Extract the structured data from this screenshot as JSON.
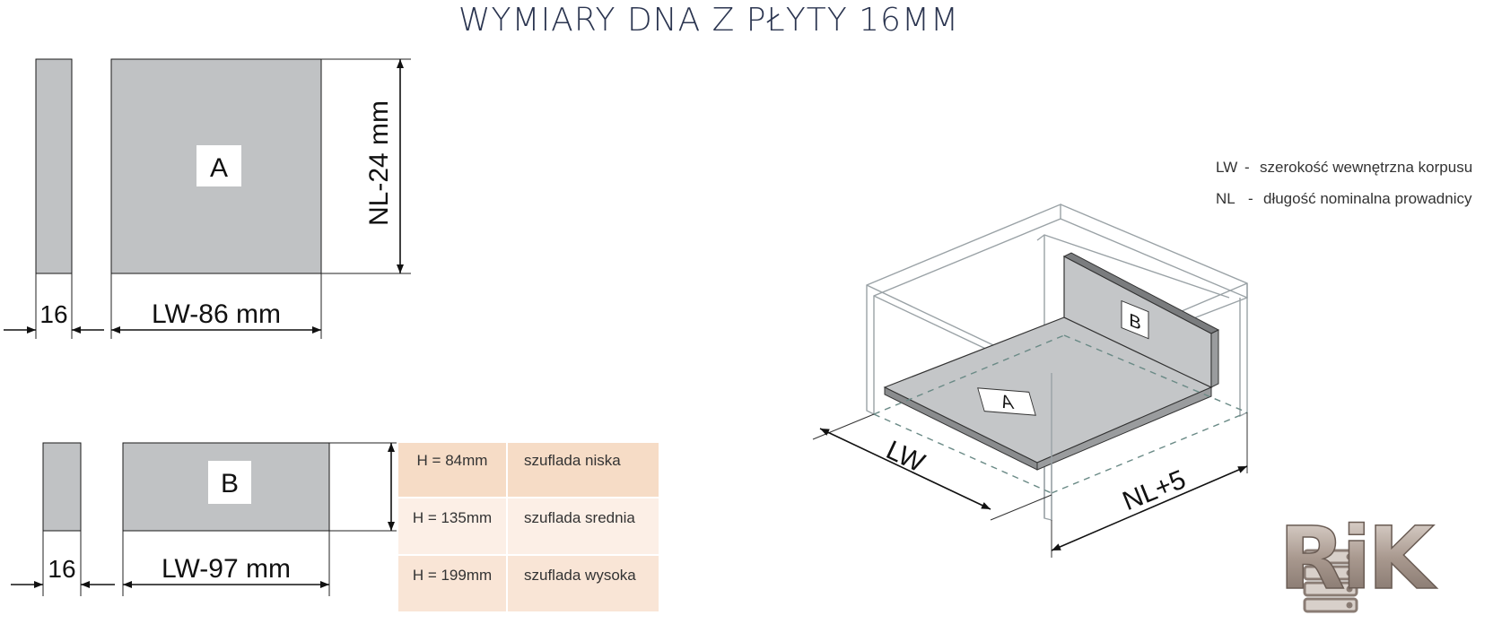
{
  "title": "WYMIARY DNA Z PŁYTY 16MM",
  "panel_a": {
    "letter": "A",
    "thickness": "16",
    "width_label": "LW-86 mm",
    "length_label": "NL-24 mm"
  },
  "panel_b": {
    "letter": "B",
    "thickness": "16",
    "width_label": "LW-97 mm"
  },
  "height_table": [
    {
      "h": "H = 84mm",
      "desc": "szuflada niska"
    },
    {
      "h": "H = 135mm",
      "desc": "szuflada srednia"
    },
    {
      "h": "H = 199mm",
      "desc": "szuflada wysoka"
    }
  ],
  "legend": [
    {
      "abbr": "LW",
      "desc": "szerokość wewnętrzna korpusu"
    },
    {
      "abbr": "NL",
      "desc": "długość nominalna prowadnicy"
    }
  ],
  "cabinet": {
    "label_a": "A",
    "label_b": "B",
    "dim_lw": "LW",
    "dim_nl": "NL+5"
  },
  "logo": {
    "text": "RiK"
  },
  "colors": {
    "panel_fill": "#c0c2c4",
    "panel_edge": "#1a1a1a",
    "title": "#2b3550",
    "table_row1": "#f6dcc6",
    "table_row2": "#fcefe6",
    "table_row3": "#f9e5d6",
    "cabinet_line": "#9aa2a6",
    "dash": "#6a8a86"
  }
}
